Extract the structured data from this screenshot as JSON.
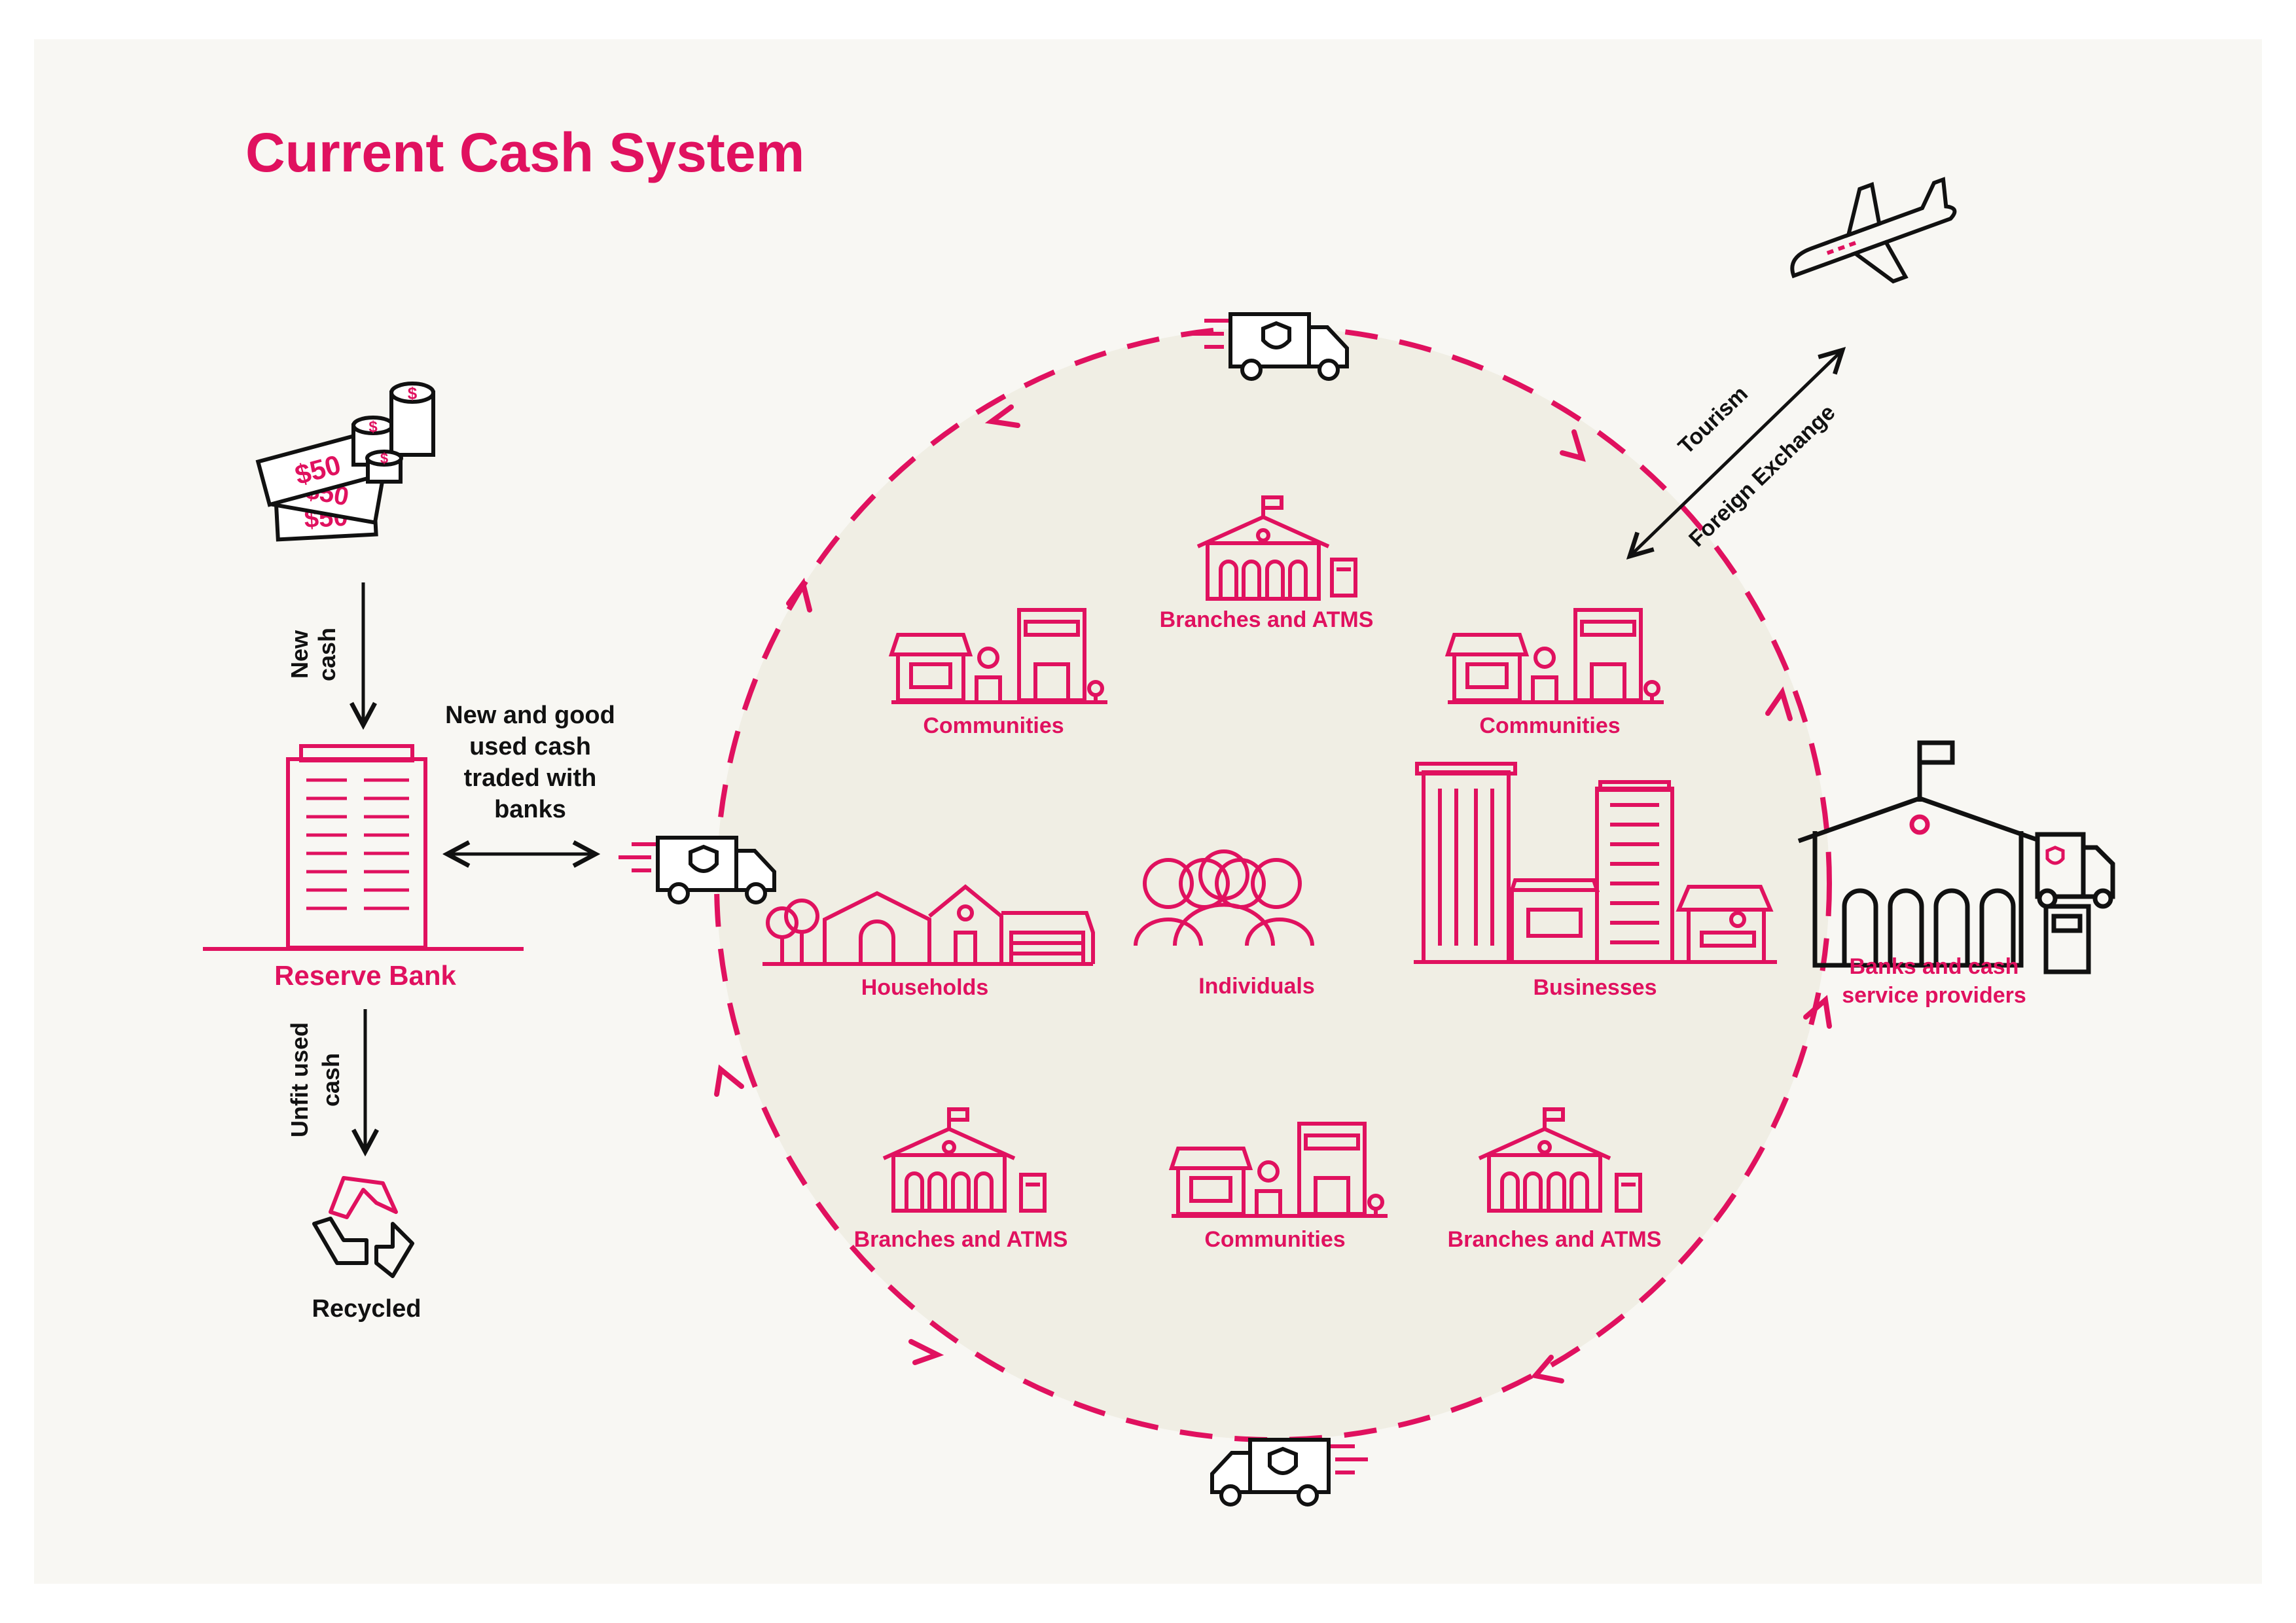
{
  "title": "Current Cash System",
  "colors": {
    "accent": "#e0115f",
    "ink": "#111111",
    "panel": "#f8f7f3",
    "circle": "#f0eee4"
  },
  "left": {
    "note_value": "$50",
    "coin_symbol": "$",
    "new_cash_line1": "New",
    "new_cash_line2": "cash",
    "reserve_bank": "Reserve Bank",
    "unfit_line1": "Unfit used",
    "unfit_line2": "cash",
    "recycled": "Recycled",
    "traded_lines": [
      "New and good",
      "used cash",
      "traded with",
      "banks"
    ]
  },
  "circle": {
    "branches_top": "Branches and ATMS",
    "communities_left": "Communities",
    "communities_right": "Communities",
    "households": "Households",
    "individuals": "Individuals",
    "businesses": "Businesses",
    "branches_bottom_left": "Branches and ATMS",
    "communities_bottom": "Communities",
    "branches_bottom_right": "Branches and ATMS"
  },
  "right": {
    "banks_line1": "Banks and cash",
    "banks_line2": "service providers",
    "tourism": "Tourism",
    "foreign_exchange": "Foreign Exchange"
  }
}
